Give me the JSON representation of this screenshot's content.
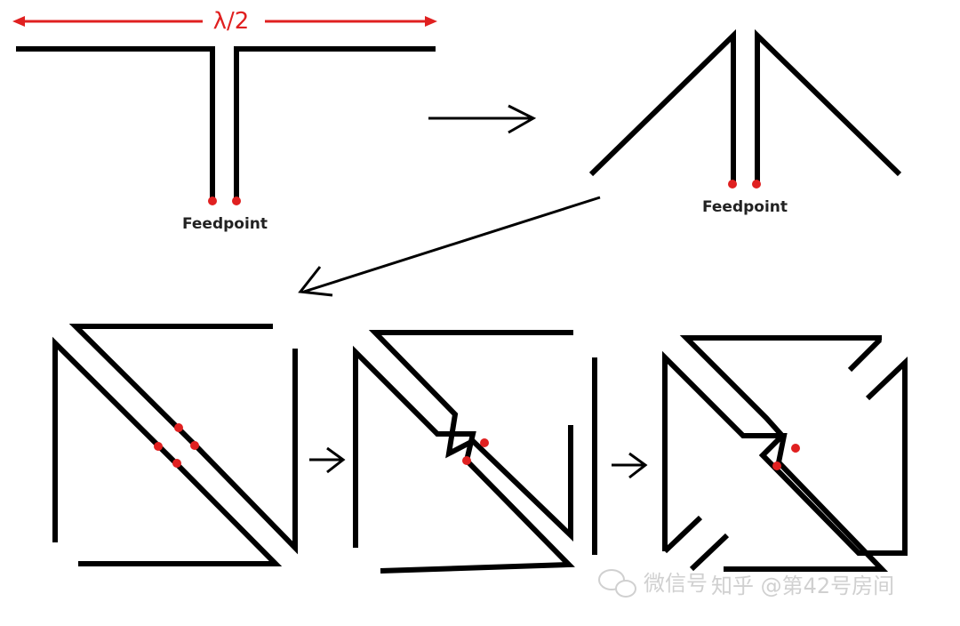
{
  "labels": {
    "wavelength": "λ/2",
    "feedpoint_1": "Feedpoint",
    "feedpoint_2": "Feedpoint"
  },
  "watermark": {
    "text_1": "微信号",
    "text_2": "知乎 @第42号房间"
  },
  "colors": {
    "wire": "#000000",
    "feed": "#e02020",
    "dimension": "#e02020",
    "watermark": "#c8c8c8"
  }
}
